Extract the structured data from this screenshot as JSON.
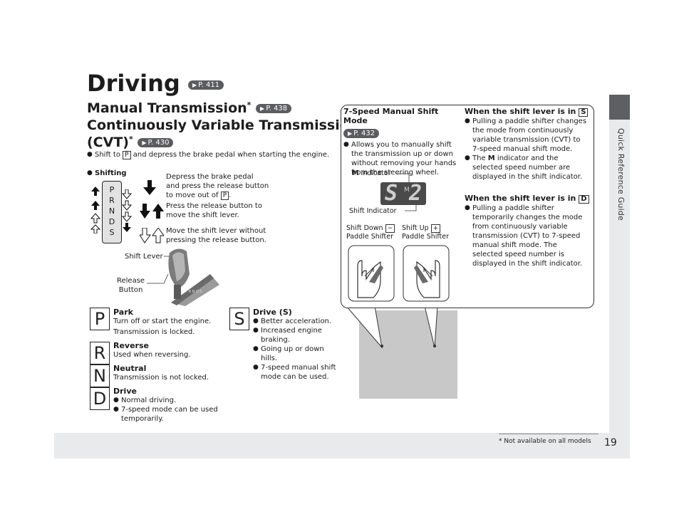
{
  "page": {
    "side_label": "Quick Reference Guide",
    "page_number": "19",
    "footnote": "* Not available on all models"
  },
  "title": {
    "text": "Driving",
    "ref": "P. 411"
  },
  "manual": {
    "text": "Manual Transmission",
    "star": "*",
    "ref": "P. 438"
  },
  "cvt": {
    "line1": "Continuously Variable Transmission",
    "line2": "(CVT)",
    "star": "*",
    "ref": "P. 430"
  },
  "bullets": {
    "shift_pre": "Shift to",
    "shift_box": "P",
    "shift_post": "and depress the brake pedal when starting the engine.",
    "shifting": "Shifting"
  },
  "gate": {
    "letters": [
      "P",
      "R",
      "N",
      "D",
      "S"
    ]
  },
  "legend": {
    "brake_l1": "Depress the brake pedal",
    "brake_l2": "and press the release button",
    "brake_l3_pre": "to move out of",
    "brake_l3_box": "P",
    "brake_l3_post": ".",
    "release_l1": "Press the release button to",
    "release_l2": "move the shift lever.",
    "without_l1": "Move the shift lever without",
    "without_l2": "pressing the release button."
  },
  "lever": {
    "shift_lever": "Shift Lever",
    "release_l1": "Release",
    "release_l2": "Button"
  },
  "gears": {
    "park": {
      "letter": "P",
      "title": "Park",
      "l1": "Turn off or start the engine.",
      "l2": "Transmission is locked."
    },
    "reverse": {
      "letter": "R",
      "title": "Reverse",
      "l1": "Used when reversing."
    },
    "neutral": {
      "letter": "N",
      "title": "Neutral",
      "l1": "Transmission is not locked."
    },
    "drive": {
      "letter": "D",
      "title": "Drive",
      "b1": "Normal driving.",
      "b2a": "7-speed mode can be used",
      "b2b": "temporarily."
    },
    "sport": {
      "letter": "S",
      "title": "Drive (S)",
      "b1": "Better acceleration.",
      "b2a": "Increased engine",
      "b2b": "braking.",
      "b3a": "Going up or down",
      "b3b": "hills.",
      "b4a": "7-speed manual shift",
      "b4b": "mode can be used."
    }
  },
  "seven_speed": {
    "title": "7-Speed Manual Shift Mode",
    "ref": "P. 432",
    "b1": "Allows you to manually shift",
    "b2": "the transmission up or down",
    "b3": "without removing your hands",
    "b4": "from the steering wheel.",
    "m_indicator_bold": "M",
    "m_indicator_rest": " Indicator",
    "shift_indicator": "Shift Indicator",
    "display_char": "S",
    "display_m": "M",
    "display_num": "2",
    "down_l1": "Shift Down",
    "down_box": "−",
    "down_l2": "Paddle Shifter",
    "up_l1": "Shift Up",
    "up_box": "+",
    "up_l2": "Paddle Shifter"
  },
  "when_s": {
    "title": "When the shift lever is in",
    "box": "S",
    "b1a": "Pulling a paddle shifter changes",
    "b1b": "the mode from continuously",
    "b1c": "variable transmission (CVT) to",
    "b1d": "7-speed manual shift mode.",
    "b2a_pre": "The ",
    "b2a_bold": "M",
    "b2a_post": " indicator and the",
    "b2b": "selected speed number are",
    "b2c": "displayed in the shift indicator."
  },
  "when_d": {
    "title": "When the shift lever is in",
    "box": "D",
    "b1a": "Pulling a paddle shifter",
    "b1b": "temporarily changes the mode",
    "b1c": "from continuously variable",
    "b1d": "transmission (CVT) to 7-speed",
    "b1e": "manual shift mode. The",
    "b1f": "selected speed number is",
    "b1g": "displayed in the shift indicator."
  }
}
